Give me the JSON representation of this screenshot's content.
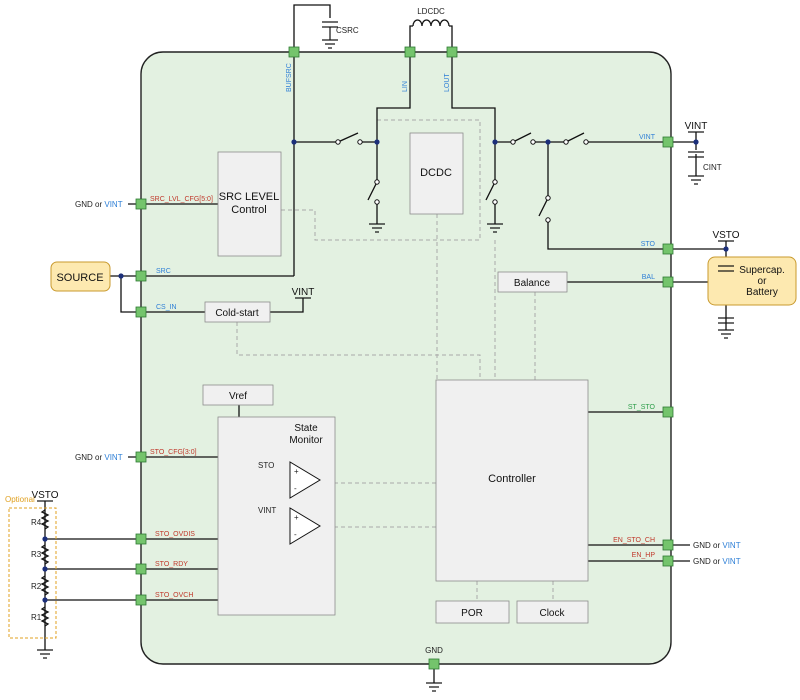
{
  "colors": {
    "chip_fill": "#e3f1e1",
    "chip_border": "#222222",
    "pad": "#74c46c",
    "red_label": "#c0392b",
    "blue_label": "#2e7fd6",
    "green_label": "#2e9e4a",
    "source_fill": "#fde9b0",
    "source_border": "#c99a2e",
    "optional_border": "#e0a020",
    "block_fill": "#f0f0f0",
    "node_dot": "#1c2f7a"
  },
  "external": {
    "csrc": "CSRC",
    "ldcdc": "LDCDC",
    "vint_top": "VINT",
    "cint": "CINT",
    "vsto_right": "VSTO",
    "supercap": [
      "Supercap.",
      "or",
      "Battery"
    ],
    "source": "SOURCE",
    "vint_coldstart": "VINT",
    "optional": "Optional",
    "vsto_left": "VSTO",
    "resistors": [
      "R4",
      "R3",
      "R2",
      "R1"
    ],
    "gnd_bottom": "GND"
  },
  "left_configs": [
    {
      "gnd": "GND",
      "or": "or",
      "vint": "VINT"
    },
    {
      "gnd": "GND",
      "or": "or",
      "vint": "VINT"
    }
  ],
  "right_configs": [
    {
      "gnd": "GND",
      "or": "or",
      "vint": "VINT"
    },
    {
      "gnd": "GND",
      "or": "or",
      "vint": "VINT"
    }
  ],
  "pins": {
    "bufsrc": "BUFSRC",
    "lin": "LIN",
    "lout": "LOUT",
    "src_lvl_cfg": "SRC_LVL_CFG[5:0]",
    "src": "SRC",
    "cs_in": "CS_IN",
    "sto_cfg": "STO_CFG[3:0]",
    "sto_ovdis": "STO_OVDIS",
    "sto_rdy": "STO_RDY",
    "sto_ovch": "STO_OVCH",
    "vint": "VINT",
    "sto": "STO",
    "bal": "BAL",
    "st_sto": "ST_STO",
    "en_sto_ch": "EN_STO_CH",
    "en_hp": "EN_HP"
  },
  "blocks": {
    "src_level": [
      "SRC LEVEL",
      "Control"
    ],
    "dcdc": "DCDC",
    "cold_start": "Cold-start",
    "balance": "Balance",
    "vref": "Vref",
    "state_monitor": [
      "State",
      "Monitor"
    ],
    "controller": "Controller",
    "por": "POR",
    "clock": "Clock",
    "comp_sto": "STO",
    "comp_vint": "VINT",
    "plus": "+",
    "minus": "-"
  }
}
